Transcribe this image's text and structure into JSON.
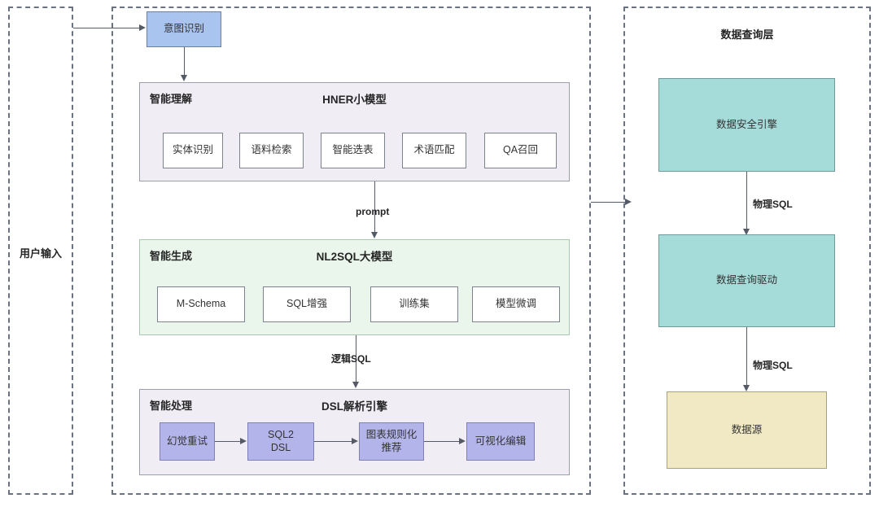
{
  "diagram": {
    "left_panel": {
      "label": "用户输入"
    },
    "middle_panel": {
      "intent_node": "意图识别",
      "sections": [
        {
          "tag": "智能理解",
          "heading": "HNER小模型",
          "nodes": [
            "实体识别",
            "语料检索",
            "智能选表",
            "术语匹配",
            "QA召回"
          ]
        },
        {
          "tag": "智能生成",
          "heading": "NL2SQL大模型",
          "nodes": [
            "M-Schema",
            "SQL增强",
            "训练集",
            "模型微调"
          ]
        },
        {
          "tag": "智能处理",
          "heading": "DSL解析引擎",
          "nodes": [
            "幻觉重试",
            "SQL2\nDSL",
            "图表规则化\n推荐",
            "可视化编辑"
          ]
        }
      ],
      "edges": [
        {
          "label": "prompt"
        },
        {
          "label": "逻辑SQL"
        }
      ]
    },
    "right_panel": {
      "title": "数据查询层",
      "nodes": [
        "数据安全引擎",
        "数据查询驱动",
        "数据源"
      ],
      "edges": [
        {
          "label": "物理SQL"
        },
        {
          "label": "物理SQL"
        }
      ]
    },
    "colors": {
      "blue": "#a9c4ef",
      "purple": "#b3b5ea",
      "teal": "#a5dbd8",
      "beige": "#f0e9c4",
      "lavender_bg": "#f0edf5",
      "mint_bg": "#eaf5ec",
      "dash_border": "#6b7280",
      "connector": "#555b66"
    }
  }
}
